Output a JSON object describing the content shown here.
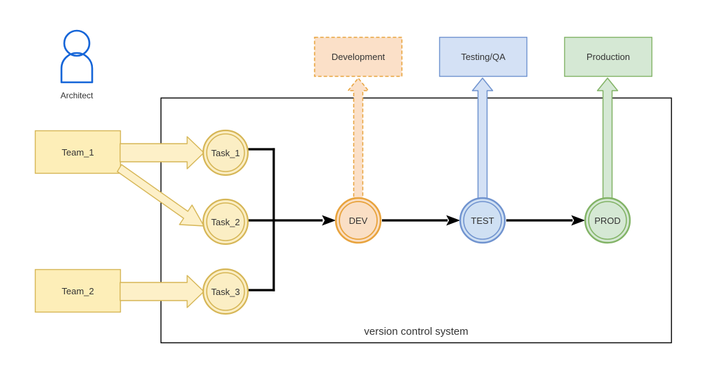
{
  "diagram": {
    "title": "version control system",
    "container_label": "version control system",
    "actor": {
      "name": "Architect",
      "icon": "user-icon",
      "color": "#1565d8"
    },
    "environments": [
      {
        "id": "development",
        "label": "Development",
        "fill": "#fbe0c8",
        "stroke": "#e8a33d",
        "border_style": "dashed",
        "arrow_style": "dashed"
      },
      {
        "id": "testing-qa",
        "label": "Testing/QA",
        "fill": "#d4e1f5",
        "stroke": "#7093cf",
        "border_style": "solid",
        "arrow_style": "solid"
      },
      {
        "id": "production",
        "label": "Production",
        "fill": "#d5e8d4",
        "stroke": "#82b366",
        "border_style": "solid",
        "arrow_style": "solid"
      }
    ],
    "teams": [
      {
        "id": "team-1",
        "label": "Team_1",
        "fill": "#fdeeb8",
        "stroke": "#d6b656"
      },
      {
        "id": "team-2",
        "label": "Team_2",
        "fill": "#fdeeb8",
        "stroke": "#d6b656"
      }
    ],
    "tasks": [
      {
        "id": "task-1",
        "label": "Task_1",
        "fill": "#fbeec4",
        "stroke": "#d6b656"
      },
      {
        "id": "task-2",
        "label": "Task_2",
        "fill": "#fbeec4",
        "stroke": "#d6b656"
      },
      {
        "id": "task-3",
        "label": "Task_3",
        "fill": "#fbeec4",
        "stroke": "#d6b656"
      }
    ],
    "stages": [
      {
        "id": "dev",
        "label": "DEV",
        "fill": "#fadfc5",
        "stroke": "#e8a33d"
      },
      {
        "id": "test",
        "label": "TEST",
        "fill": "#cfe0f3",
        "stroke": "#7093cf"
      },
      {
        "id": "prod",
        "label": "PROD",
        "fill": "#d5e8d4",
        "stroke": "#82b366"
      }
    ],
    "flow": {
      "pipeline": [
        "DEV",
        "TEST",
        "PROD"
      ],
      "connector_color": "#000000",
      "team_arrow_fill": "#fdf0c8",
      "team_arrow_stroke": "#d6b656"
    }
  }
}
